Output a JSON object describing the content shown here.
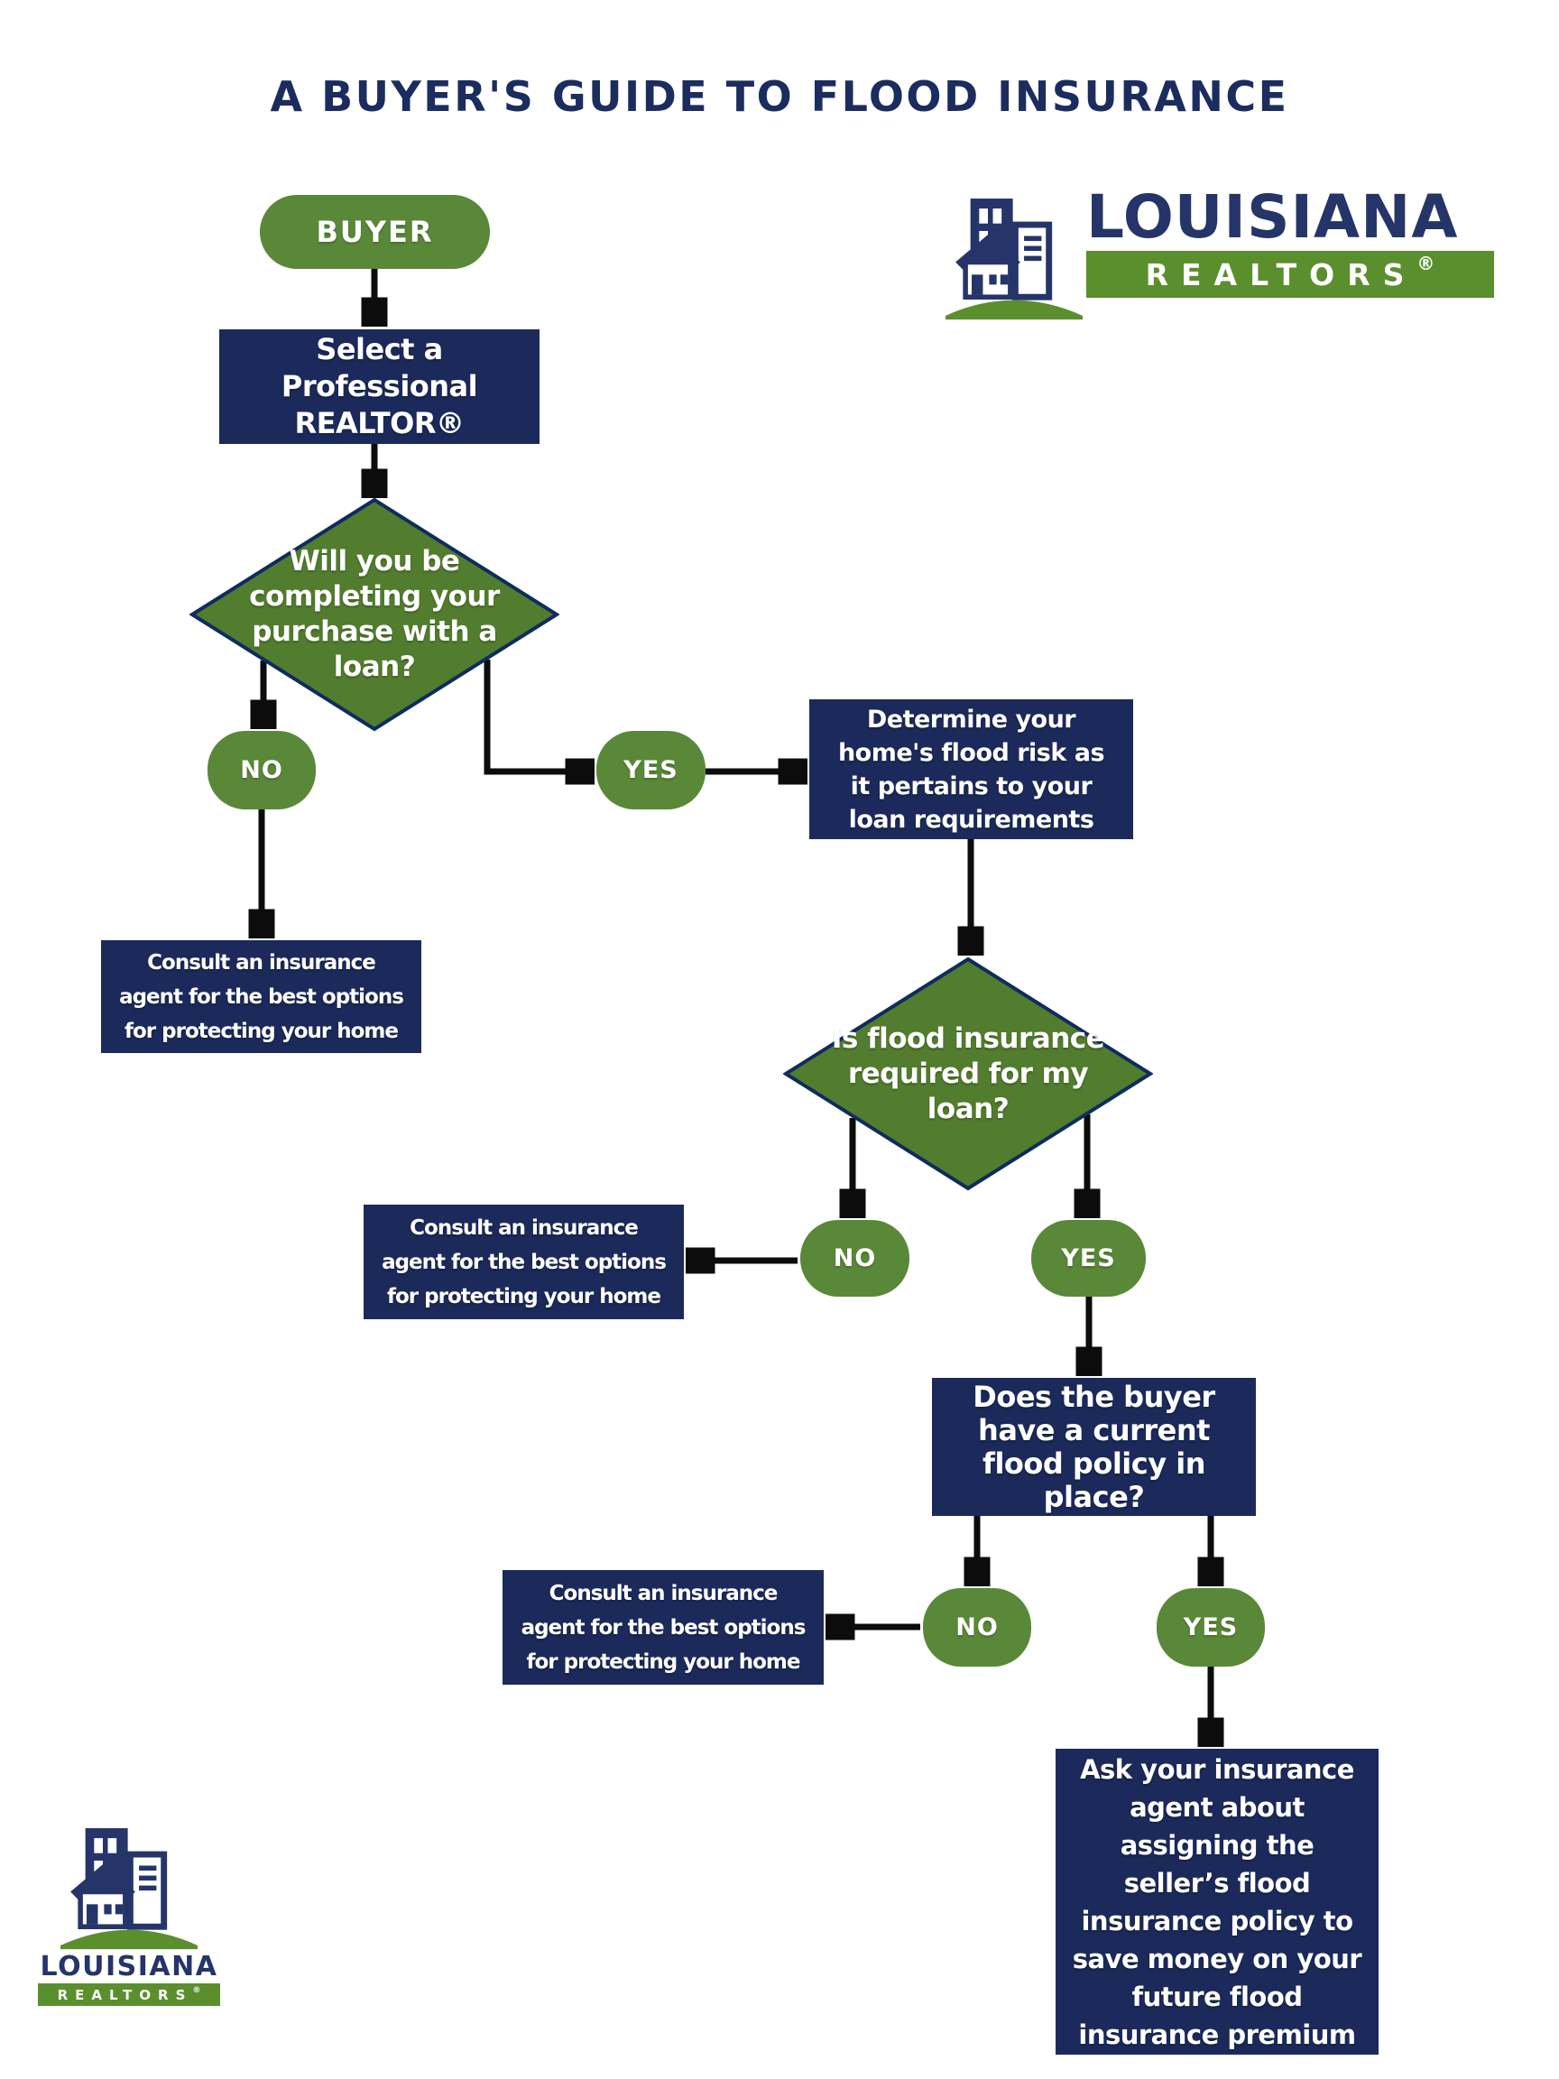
{
  "palette": {
    "navy_box": "#1b2a5a",
    "navy_title": "#1b2d5e",
    "diamond_green": "#527c2e",
    "pill_green": "#5a8839",
    "logo_green": "#5b8f2e",
    "logo_navy": "#253569",
    "arrow_black": "#0c0c0c",
    "background": "#ffffff"
  },
  "title": "A BUYER'S GUIDE TO FLOOD INSURANCE",
  "logo": {
    "name": "LOUISIANA",
    "realtors": "REALTORS",
    "reg": "®"
  },
  "nodes": {
    "buyer": {
      "label": "BUYER"
    },
    "select": {
      "lines": [
        "Select a",
        "Professional",
        "REALTOR®"
      ]
    },
    "diamond_loan": {
      "lines": [
        "Will you be",
        "completing your",
        "purchase with a",
        "loan?"
      ]
    },
    "no1": {
      "label": "NO"
    },
    "yes1": {
      "label": "YES"
    },
    "consult1": {
      "lines": [
        "Consult an insurance",
        "agent for the best options",
        "for protecting your home"
      ]
    },
    "determine": {
      "lines": [
        "Determine your",
        "home's flood risk as",
        "it pertains to your",
        "loan requirements"
      ]
    },
    "diamond_required": {
      "lines": [
        "Is flood insurance",
        "required for my",
        "loan?"
      ]
    },
    "no2": {
      "label": "NO"
    },
    "yes2": {
      "label": "YES"
    },
    "consult2": {
      "lines": [
        "Consult an insurance",
        "agent for the best options",
        "for protecting your home"
      ]
    },
    "does": {
      "lines": [
        "Does the buyer",
        "have a current",
        "flood policy in",
        "place?"
      ]
    },
    "no3": {
      "label": "NO"
    },
    "yes3": {
      "label": "YES"
    },
    "consult3": {
      "lines": [
        "Consult an insurance",
        "agent for the best options",
        "for protecting your home"
      ]
    },
    "ask": {
      "lines": [
        "Ask your insurance",
        "agent about",
        "assigning the",
        "seller’s flood",
        "insurance policy to",
        "save money on your",
        "future flood",
        "insurance premium"
      ]
    }
  }
}
